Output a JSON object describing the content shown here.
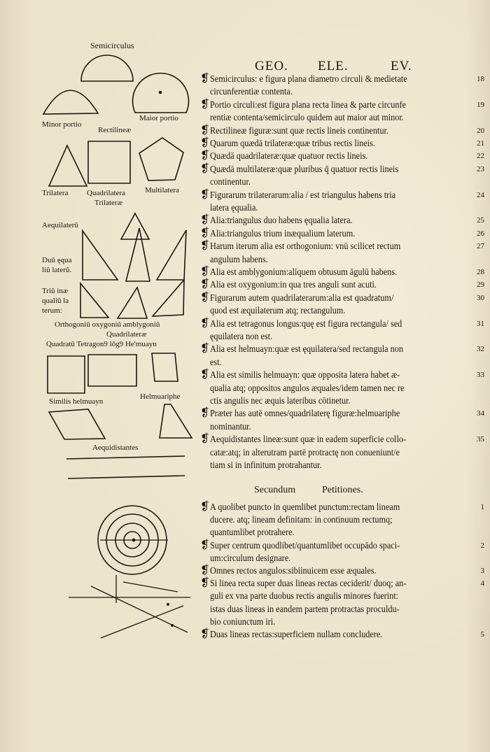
{
  "header": {
    "left": "GEO.",
    "middle": "ELE.",
    "right": "EV."
  },
  "figure_labels": {
    "semicirculus": "Semicirculus",
    "minor_portio": "Minor portio",
    "maior_portio": "Maior portio",
    "rectilineae": "Rectilineæ",
    "trilatera": "Trilatera",
    "quadrilatera": "Quadrilatera",
    "multilatera": "Multilatera",
    "trilaterae": "Trilateræ",
    "aequilaterum": "Aequilaterū",
    "duu_equa_1": "Duū ęqua",
    "duu_equa_2": "liū laterū.",
    "triu_inae_1": "Triū inæ",
    "triu_inae_2": "qualiū la",
    "triu_inae_3": "terum:",
    "orthogonium_row": "Orthogoniū oxygoniū amblygoniū",
    "quadrilaterae": "Quadrilateræ",
    "quadratum_row": "Quadratū Tetragon9 lōg9 He'muayn",
    "similis": "Similis helmuayn",
    "helmuariphe": "Helmuariphe",
    "aequidistantes": "Aequidistantes"
  },
  "definitions": [
    {
      "lines": [
        "Semicirculus: e figura plana diametro circuli & medietate",
        "circunferentiæ contenta."
      ],
      "number": "18"
    },
    {
      "lines": [
        "Portio circuli:est figura plana recta linea & parte circunfe",
        "rentiæ contenta/semicirculo quidem aut maior aut minor."
      ],
      "number": "19"
    },
    {
      "lines": [
        "Rectilineæ figuræ:sunt quæ rectis lineis continentur."
      ],
      "number": "20"
    },
    {
      "lines": [
        "Quarum quædā trilateræ:quæ tribus rectis lineis."
      ],
      "number": "21"
    },
    {
      "lines": [
        "Quædā quadrilateræ:quæ quatuor rectis lineis."
      ],
      "number": "22"
    },
    {
      "lines": [
        "Quædā multilateræ:quæ pluribus q̄ quatuor rectis lineis",
        "continentur."
      ],
      "number": "23"
    },
    {
      "lines": [
        "Figurarum trilaterarum:alia / est triangulus habens tria",
        "latera ęqualia."
      ],
      "number": "24"
    },
    {
      "lines": [
        "Alia:triangulus duo habens ęqualia latera."
      ],
      "number": "25"
    },
    {
      "lines": [
        "Alia:triangulus trium inæqualium laterum."
      ],
      "number": "26"
    },
    {
      "lines": [
        "Harum iterum alia est orthogonium: vnū scilicet rectum",
        "angulum habens."
      ],
      "number": "27"
    },
    {
      "lines": [
        "Alia est amblygonium:aliquem obtusum āgulū habens."
      ],
      "number": "28"
    },
    {
      "lines": [
        "Alia est oxygonium:in qua tres anguli sunt acuti."
      ],
      "number": "29"
    },
    {
      "lines": [
        "Figurarum autem quadrilaterarum:alia est quadratum/",
        "quod est æquilaterum atq; rectangulum."
      ],
      "number": "30"
    },
    {
      "lines": [
        "Alia est tetragonus longus:quę est figura rectangula/ sed",
        "ęquilatera non est."
      ],
      "number": "31"
    },
    {
      "lines": [
        "Alia est helmuayn:quæ est ęquilatera/sed rectangula non",
        "est."
      ],
      "number": "32"
    },
    {
      "lines": [
        "Alia est similis helmuayn: quæ opposita latera habet æ-",
        "qualia atq; oppositos angulos æquales/idem tamen nec re",
        "ctis angulis nec æquis lateribus cōtinetur."
      ],
      "number": "33"
    },
    {
      "lines": [
        "Præter has autē omnes/quadrilaterę figuræ:helmuariphe",
        "nominantur."
      ],
      "number": "34"
    },
    {
      "lines": [
        "Aequidistantes lineæ:sunt quæ in eadem superficie collo-",
        "catæ:atq; in alterutram partē protractę non conueniunt/e",
        "tiam si in infinitum protrahantur."
      ],
      "number": "35"
    }
  ],
  "section_title": {
    "left": "Secundum",
    "right": "Petitiones."
  },
  "petitions": [
    {
      "lines": [
        "A quolibet puncto in quemlibet punctum:rectam lineam",
        "ducere. atq; lineam definitam: in continuum rectumq;",
        "quantumlibet protrahere."
      ],
      "number": "1"
    },
    {
      "lines": [
        "Super centrum quodlibet/quantumlibet occupādo spaci-",
        "um:circulum designare."
      ],
      "number": "2"
    },
    {
      "lines": [
        "Omnes rectos angulos:sibiinuicem esse æquales."
      ],
      "number": "3"
    },
    {
      "lines": [
        "Si linea recta super duas lineas rectas ceciderit/ duoq; an-",
        "guli ex vna parte duobus rectis angulis minores fuerint:",
        "istas duas lineas in eandem partem protractas proculdu-",
        "bio coniunctum iri."
      ],
      "number": "4"
    },
    {
      "lines": [
        "Duas lineas rectas:superficiem nullam concludere."
      ],
      "number": "5"
    }
  ],
  "pilcrow": "❡"
}
